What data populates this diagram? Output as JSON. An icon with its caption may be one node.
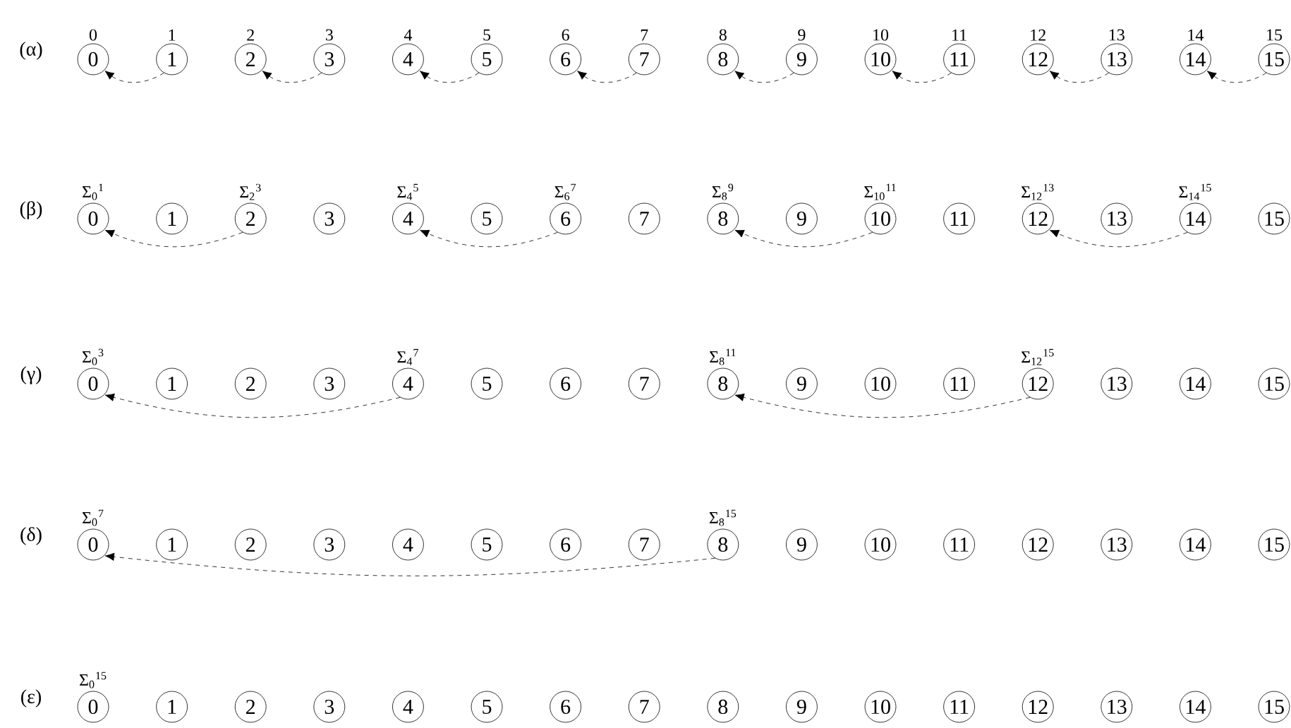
{
  "diagram": {
    "nodes": [
      {
        "text": [
          "0"
        ],
        "beside": [
          "0"
        ]
      },
      {
        "text": [
          "1"
        ],
        "beside": [
          "1"
        ]
      },
      {
        "text": [
          "2"
        ],
        "beside": [
          "2"
        ]
      },
      {
        "text": [
          "3"
        ],
        "beside": [
          "3"
        ]
      },
      {
        "text": [
          "4"
        ],
        "beside": [
          "4"
        ]
      },
      {
        "text": [
          "5"
        ],
        "beside": [
          "5"
        ]
      },
      {
        "text": [
          "6"
        ],
        "beside": [
          "6"
        ]
      },
      {
        "text": [
          "7"
        ],
        "beside": [
          "7"
        ]
      },
      {
        "text": [
          "8"
        ],
        "beside": [
          "8"
        ]
      },
      {
        "text": [
          "9"
        ],
        "beside": [
          "9"
        ]
      },
      {
        "text": [
          "10"
        ],
        "beside": [
          "10"
        ]
      },
      {
        "text": [
          "11"
        ],
        "beside": [
          "11"
        ]
      },
      {
        "text": [
          "12"
        ],
        "beside": [
          "12"
        ]
      },
      {
        "text": [
          "13"
        ],
        "beside": [
          "13"
        ]
      },
      {
        "text": [
          "14"
        ],
        "beside": [
          "14"
        ]
      },
      {
        "text": [
          "15"
        ],
        "beside": [
          "15"
        ]
      },
      {
        "text": [
          "0"
        ],
        "beside": [
          "Σ$_{0}$$^{1}$"
        ]
      },
      {
        "text": [
          "1"
        ]
      },
      {
        "text": [
          "2"
        ],
        "beside": [
          "Σ$_{2}$$^{3}$"
        ]
      },
      {
        "text": [
          "3"
        ]
      },
      {
        "text": [
          "4"
        ],
        "beside": [
          "Σ$_{4}$$^{5}$"
        ]
      },
      {
        "text": [
          "5"
        ]
      },
      {
        "text": [
          "6"
        ],
        "beside": [
          "Σ$_{6}$$^{7}$"
        ]
      },
      {
        "text": [
          "7"
        ]
      },
      {
        "text": [
          "8"
        ],
        "beside": [
          "Σ$_{8}$$^{9}$"
        ]
      },
      {
        "text": [
          "9"
        ]
      },
      {
        "text": [
          "10"
        ],
        "beside": [
          "Σ$_{10}$$^{11}$"
        ]
      },
      {
        "text": [
          "11"
        ]
      },
      {
        "text": [
          "12"
        ],
        "beside": [
          "Σ$_{12}$$^{13}$"
        ]
      },
      {
        "text": [
          "13"
        ]
      },
      {
        "text": [
          "14"
        ],
        "beside": [
          "Σ$_{14}$$^{15}$"
        ]
      },
      {
        "text": [
          "15"
        ]
      },
      {
        "text": [
          "0"
        ],
        "beside": [
          "Σ$_{0}$$^{3}$"
        ]
      },
      {
        "text": [
          "1"
        ]
      },
      {
        "text": [
          "2"
        ]
      },
      {
        "text": [
          "3"
        ]
      },
      {
        "text": [
          "4"
        ],
        "beside": [
          "Σ$_{4}$$^{7}$"
        ]
      },
      {
        "text": [
          "5"
        ]
      },
      {
        "text": [
          "6"
        ]
      },
      {
        "text": [
          "7"
        ]
      },
      {
        "text": [
          "8"
        ],
        "beside": [
          "Σ$_{8}$$^{11}$"
        ]
      },
      {
        "text": [
          "9"
        ]
      },
      {
        "text": [
          "10"
        ]
      },
      {
        "text": [
          "11"
        ]
      },
      {
        "text": [
          "12"
        ],
        "beside": [
          "Σ$_{12}$$^{15}$"
        ]
      },
      {
        "text": [
          "13"
        ]
      },
      {
        "text": [
          "14"
        ]
      },
      {
        "text": [
          "15"
        ]
      },
      {
        "text": [
          "0"
        ],
        "beside": [
          "Σ$_{0}$$^{7}$"
        ]
      },
      {
        "text": [
          "1"
        ]
      },
      {
        "text": [
          "2"
        ]
      },
      {
        "text": [
          "3"
        ]
      },
      {
        "text": [
          "4"
        ]
      },
      {
        "text": [
          "5"
        ]
      },
      {
        "text": [
          "6"
        ]
      },
      {
        "text": [
          "7"
        ]
      },
      {
        "text": [
          "8"
        ],
        "beside": [
          "Σ$_{8}$$^{15}$"
        ]
      },
      {
        "text": [
          "9"
        ]
      },
      {
        "text": [
          "10"
        ]
      },
      {
        "text": [
          "11"
        ]
      },
      {
        "text": [
          "12"
        ]
      },
      {
        "text": [
          "13"
        ]
      },
      {
        "text": [
          "14"
        ]
      },
      {
        "text": [
          "15"
        ]
      },
      {
        "text": [
          "0"
        ],
        "beside": [
          "Σ$_{0}$$^{15}$"
        ]
      },
      {
        "text": [
          "1"
        ]
      },
      {
        "text": [
          "2"
        ]
      },
      {
        "text": [
          "3"
        ]
      },
      {
        "text": [
          "4"
        ]
      },
      {
        "text": [
          "5"
        ]
      },
      {
        "text": [
          "6"
        ]
      },
      {
        "text": [
          "7"
        ]
      },
      {
        "text": [
          "8"
        ]
      },
      {
        "text": [
          "9"
        ]
      },
      {
        "text": [
          "10"
        ]
      },
      {
        "text": [
          "11"
        ]
      },
      {
        "text": [
          "12"
        ]
      },
      {
        "text": [
          "13"
        ]
      },
      {
        "text": [
          "14"
        ]
      },
      {
        "text": [
          "15"
        ]
      }
    ],
    "edges": [
      {
        "from": 1,
        "to": 0,
        "arrow": "to",
        "style": "dashed"
      },
      {
        "from": 3,
        "to": 2,
        "arrow": "to",
        "style": "dashed"
      },
      {
        "from": 5,
        "to": 4,
        "arrow": "to",
        "style": "dashed"
      },
      {
        "from": 7,
        "to": 6,
        "arrow": "to",
        "style": "dashed"
      },
      {
        "from": 9,
        "to": 8,
        "arrow": "to",
        "style": "dashed"
      },
      {
        "from": 11,
        "to": 10,
        "arrow": "to",
        "style": "dashed"
      },
      {
        "from": 13,
        "to": 12,
        "arrow": "to",
        "style": "dashed"
      },
      {
        "from": 15,
        "to": 14,
        "arrow": "to",
        "style": "dashed"
      },
      {
        "from": 18,
        "to": 16,
        "arrow": "to",
        "style": "dashed"
      },
      {
        "from": 22,
        "to": 20,
        "arrow": "to",
        "style": "dashed"
      },
      {
        "from": 26,
        "to": 24,
        "arrow": "to",
        "style": "dashed"
      },
      {
        "from": 30,
        "to": 28,
        "arrow": "to",
        "style": "dashed"
      },
      {
        "from": 36,
        "to": 32,
        "arrow": "to",
        "style": "dashed"
      },
      {
        "from": 44,
        "to": 40,
        "arrow": "to",
        "style": "dashed"
      },
      {
        "from": 56,
        "to": 48,
        "arrow": "to",
        "style": "dashed"
      }
    ],
    "labels": [
      "(α)",
      "(β)",
      "(γ)",
      "(δ)",
      "(ε)"
    ]
  }
}
